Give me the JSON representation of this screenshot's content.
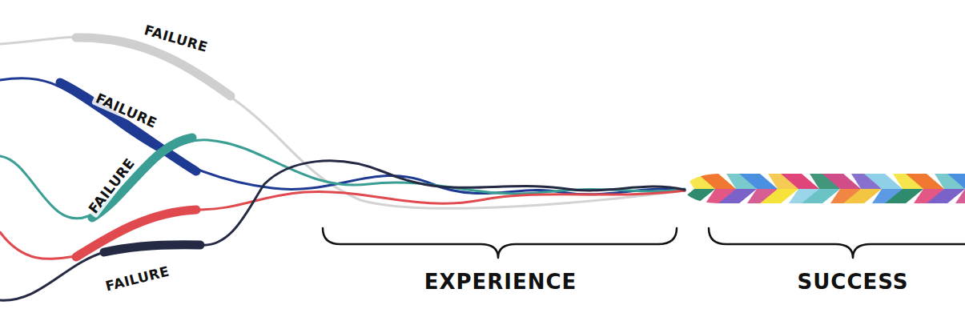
{
  "diagram": {
    "labels": [
      "FAILURE",
      "FAILURE",
      "FAILURE",
      "FAILURE",
      "EXPERIENCE",
      "SUCCESS"
    ]
  }
}
